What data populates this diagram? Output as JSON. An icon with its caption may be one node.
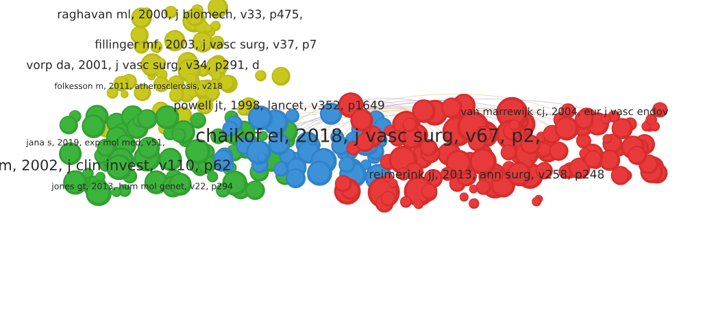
{
  "diagram": {
    "labels": [
      "raghavan ml, 2000, j biomech, v33, p475,",
      "fillinger mf, 2003, j vasc surg, v37, p7",
      "vorp da, 2001, j vasc surg, v34, p291, d",
      "folkesson m, 2011, atherosclerosis, v218",
      "powell jt, 1998, lancet, v352, p1649",
      "van marrewijk cj, 2004, eur j vasc endov",
      "jana s, 2019, exp mol med, v51,",
      "chaikof el, 2018, j vasc surg, v67, p2,",
      "m, 2002, j clin invest, v110, p62",
      "jones gt, 2013, hum mol genet, v22, p294",
      "reimerink jj, 2013, ann surg, v258, p248"
    ]
  }
}
